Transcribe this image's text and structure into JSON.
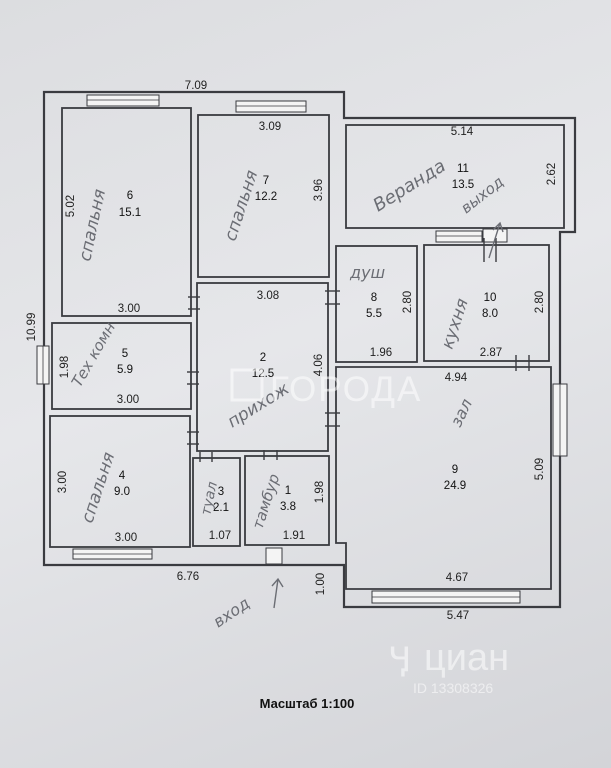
{
  "scale_label": "Масштаб 1:100",
  "watermark": {
    "gorod": "ГОРОДА",
    "cian": "циан",
    "cian_id": "ID 13308326"
  },
  "rooms": [
    {
      "id": "6",
      "area": "15.1",
      "name": "спальня"
    },
    {
      "id": "7",
      "area": "12.2",
      "name": "спальня"
    },
    {
      "id": "11",
      "area": "13.5",
      "name": "Веранда"
    },
    {
      "id": "5",
      "area": "5.9",
      "name": "Тех комн"
    },
    {
      "id": "2",
      "area": "12.5",
      "name": "прихож"
    },
    {
      "id": "8",
      "area": "5.5",
      "name": "душ"
    },
    {
      "id": "10",
      "area": "8.0",
      "name": "кухня"
    },
    {
      "id": "4",
      "area": "9.0",
      "name": "спальня"
    },
    {
      "id": "3",
      "area": "2.1",
      "name": "туал"
    },
    {
      "id": "1",
      "area": "3.8",
      "name": "тамбур"
    },
    {
      "id": "9",
      "area": "24.9",
      "name": "зал"
    }
  ],
  "notes": {
    "vyhod": "выход",
    "vhod": "вход"
  },
  "dimensions": {
    "top": "7.09",
    "r7_top": "3.09",
    "r11_top": "5.14",
    "r6_left": "5.02",
    "r7_right": "3.96",
    "r11_right": "2.62",
    "left_total": "10.99",
    "r6_bottom": "3.00",
    "r2_top": "3.08",
    "r8_right": "2.80",
    "r10_right": "2.80",
    "r5_left": "1.98",
    "r5_bottom": "3.00",
    "r2_right": "4.06",
    "r8_bottom": "1.96",
    "r10_bottom": "2.87",
    "r9_top": "4.94",
    "r4_left": "3.00",
    "r1_right": "1.98",
    "r9_right": "5.09",
    "r4_bottom": "3.00",
    "r3_bottom": "1.07",
    "r1_bottom": "1.91",
    "bottom_left": "6.76",
    "entry": "1.00",
    "r9_bottom": "4.67",
    "bottom_right": "5.47"
  }
}
